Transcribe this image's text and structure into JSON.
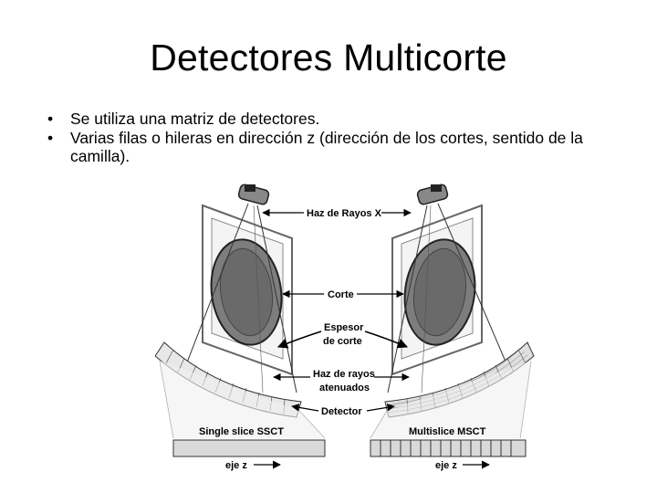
{
  "slide": {
    "title": "Detectores Multicorte",
    "bullets": [
      "Se utiliza una matriz de detectores.",
      "Varias filas o hileras en dirección z (dirección de los cortes, sentido de la camilla)."
    ],
    "bullet_symbol": "•"
  },
  "diagram": {
    "labels": {
      "xray_beam": "Haz de Rayos X",
      "slice": "Corte",
      "thickness_1": "Espesor",
      "thickness_2": "de corte",
      "attenuated_1": "Haz de rayos",
      "attenuated_2": "atenuados",
      "detector": "Detector",
      "single_slice": "Single slice SSCT",
      "multi_slice": "Multislice MSCT",
      "z_axis_left": "eje z",
      "z_axis_right": "eje z"
    }
  }
}
